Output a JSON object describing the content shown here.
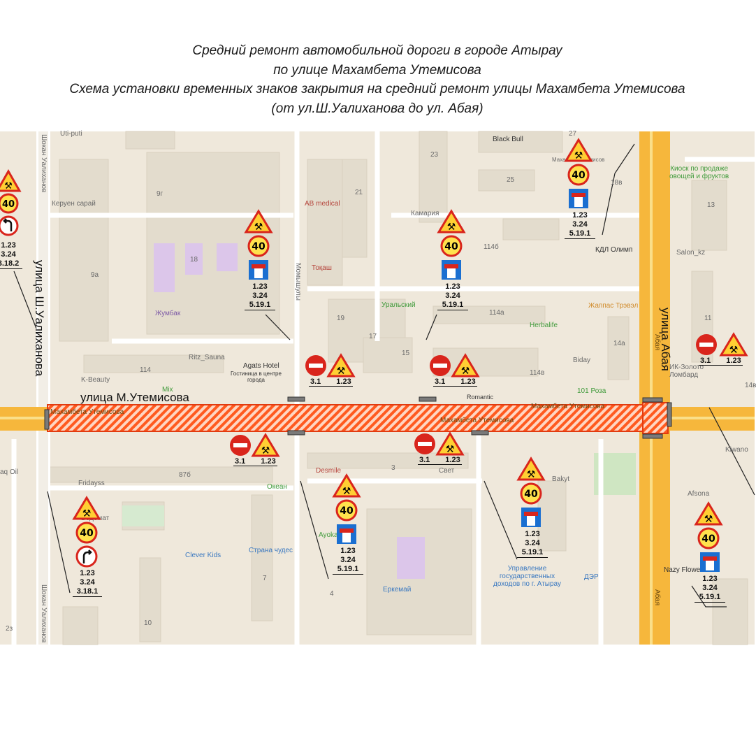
{
  "header": {
    "line1": "Средний ремонт автомобильной дороги в городе Атырау",
    "line2": "по улице Махамбета Утемисова",
    "line3": "Схема установки временных знаков закрытия на средний ремонт улицы Махамбета Утемисова",
    "line4": "(от ул.Ш.Уалиханова до ул. Абая)"
  },
  "streets": {
    "ualikhanov": "улица Ш.Уалиханова",
    "ualikhanov_small": "Шокан Уалиханов",
    "utemisov": "улица М.Утемисова",
    "utemisov_small": "Махамбета Утемисова",
    "abay": "улица Абая",
    "abay_small": "Абая",
    "momyshuly": "Момышулы"
  },
  "closure_color": "#ff5a1f",
  "sign_groups": [
    {
      "codes": [
        "1.23",
        "3.24",
        "3.18.2"
      ]
    },
    {
      "codes": [
        "1.23",
        "3.24",
        "5.19.1"
      ]
    },
    {
      "codes": [
        "1.23",
        "3.24",
        "5.19.1"
      ]
    },
    {
      "codes": [
        "1.23",
        "3.24",
        "5.19.1"
      ]
    },
    {
      "codes": [
        "3.1",
        "1.23"
      ]
    },
    {
      "codes": [
        "3.1",
        "1.23"
      ]
    },
    {
      "codes": [
        "3.1",
        "1.23"
      ]
    },
    {
      "codes": [
        "3.1",
        "1.23"
      ]
    },
    {
      "codes": [
        "3.1",
        "1.23"
      ]
    },
    {
      "codes": [
        "1.23",
        "3.24",
        "3.18.1"
      ]
    },
    {
      "codes": [
        "1.23",
        "3.24",
        "5.19.1"
      ]
    },
    {
      "codes": [
        "1.23",
        "3.24",
        "5.19.1"
      ]
    },
    {
      "codes": [
        "1.23",
        "3.24",
        "5.19.1"
      ]
    }
  ],
  "speed_limit": "40",
  "places": {
    "uti_puti": "Uti-puti",
    "keruen": "Керуен сарай",
    "ab_medical": "AB medical",
    "black_bull": "Black Bull",
    "makhambet": "Махамбет Утемисов",
    "kamaria": "Камария",
    "kiosk": "Киоск по продаже\nовощей и фруктов",
    "kdl": "КДЛ Олимп",
    "salon": "Salon_kz",
    "tokash": "Тоқаш",
    "uralsky": "Уральский",
    "herbalife": "Herbalife",
    "zhappas": "Жаппас Трэвэл",
    "zhumbak": "Жумбак",
    "ritz": "Ritz_Sauna",
    "agats": "Agats Hotel",
    "agats_sub": "Гостиница в центре\nгорода",
    "kbeauty": "K-Beauty",
    "mix": "Mix",
    "bidai": "Biday",
    "roza": "101 Роза",
    "lombard": "ИК-Золото\nЛомбард",
    "romantic": "Romantic",
    "desmile": "Desmile",
    "svet": "Свет",
    "bakyt": "Bakyt",
    "fridayss": "Fridayss",
    "okean": "Океан",
    "afsona": "Afsona",
    "aq_oil": "aq Oil",
    "ayoka": "Ayoka beau",
    "clever": "Clever Kids",
    "strana": "Страна чудес",
    "erkemai": "Еркемай",
    "uprav": "Управление\nгосударственных\nдоходов по г. Атырау",
    "der": "ДЭР",
    "nazy": "Nazy Flowers",
    "kiwano": "Kiwano",
    "vodomat": "Водомат"
  },
  "house_numbers": [
    "9г",
    "18",
    "9а",
    "114",
    "21",
    "23",
    "25",
    "114б",
    "19",
    "17",
    "15",
    "114а",
    "114в",
    "13",
    "11",
    "14а",
    "14в",
    "87б",
    "3",
    "7",
    "4",
    "10",
    "2з",
    "27",
    "18в"
  ]
}
